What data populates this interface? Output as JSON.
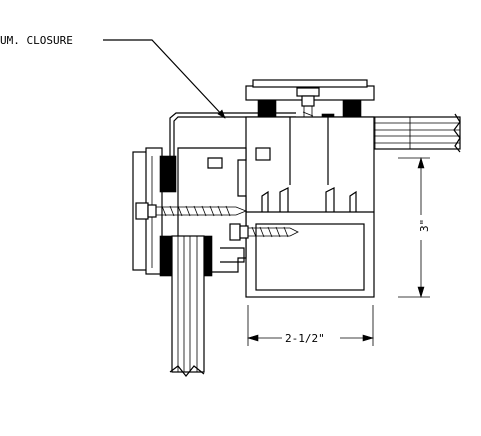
{
  "labels": {
    "callout": "UM. CLOSURE",
    "height_dim": "3\"",
    "width_dim": "2-1/2\""
  },
  "colors": {
    "ink": "#000000",
    "paper": "#ffffff"
  }
}
